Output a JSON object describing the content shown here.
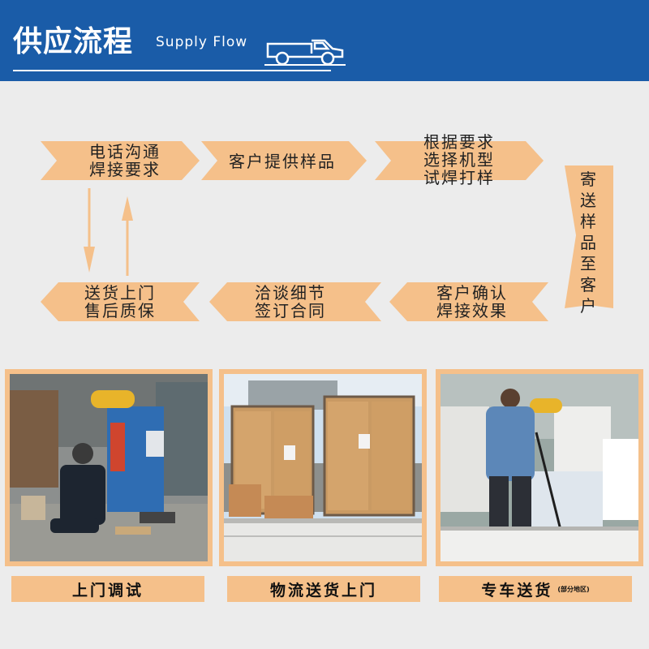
{
  "header": {
    "title_cn": "供应流程",
    "title_en": "Supply Flow",
    "truck_icon": "pickup-truck-icon"
  },
  "flow": {
    "steps": [
      {
        "id": "call",
        "lines": [
          "电话沟通",
          "焊接要求"
        ]
      },
      {
        "id": "sample",
        "lines": [
          "客户提供样品"
        ]
      },
      {
        "id": "select",
        "lines": [
          "根据要求",
          "选择机型",
          "试焊打样"
        ]
      },
      {
        "id": "send",
        "vertical": "寄送样品至客户"
      },
      {
        "id": "confirm",
        "lines": [
          "客户确认",
          "焊接效果"
        ]
      },
      {
        "id": "contract",
        "lines": [
          "洽谈细节",
          "签订合同"
        ]
      },
      {
        "id": "deliver",
        "lines": [
          "送货上门",
          "售后质保"
        ]
      }
    ],
    "colors": {
      "arrow_fill": "#f5c08a",
      "connector": "#f5c08a"
    }
  },
  "panels": [
    {
      "id": "debug",
      "caption": "上门调试",
      "note": ""
    },
    {
      "id": "logistics",
      "caption": "物流送货上门",
      "note": ""
    },
    {
      "id": "dedicated",
      "caption": "专车送货",
      "note": "(部分地区)"
    }
  ],
  "colors": {
    "header_bg": "#1a5ca8",
    "page_bg": "#ececec",
    "accent": "#f5c08a"
  }
}
